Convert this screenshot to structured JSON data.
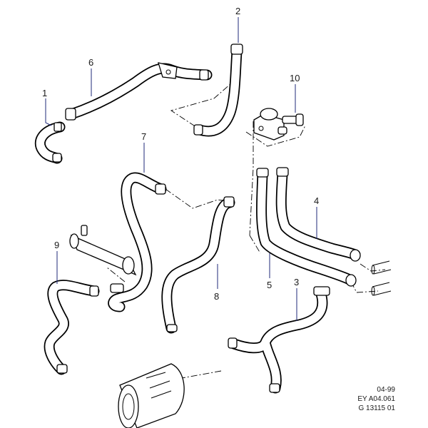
{
  "callouts": {
    "c1": "1",
    "c2": "2",
    "c3": "3",
    "c4": "4",
    "c5": "5",
    "c6": "6",
    "c7": "7",
    "c8": "8",
    "c9": "9",
    "c10": "10"
  },
  "footer": {
    "date": "04-99",
    "ref": "EY A04.061",
    "code": "G 13115 01"
  }
}
